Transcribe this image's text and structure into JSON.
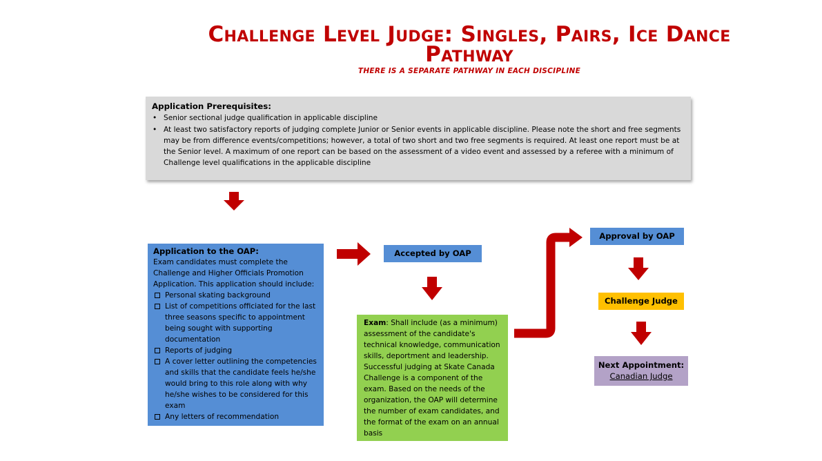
{
  "title": {
    "line1": "Challenge Level Judge: Singles, Pairs, Ice Dance",
    "line2": "Pathway",
    "subtitle": "THERE IS A SEPARATE PATHWAY IN EACH DISCIPLINE"
  },
  "prerequisites": {
    "heading": "Application Prerequisites:",
    "items": [
      "Senior sectional judge qualification in applicable discipline",
      "At least two satisfactory reports of judging complete Junior or Senior events in applicable discipline. Please note the short and free segments may be from difference events/competitions; however, a total of two short and two free segments is required. At least one report must be at the Senior level. A maximum of one report can be based on the assessment of a video event and assessed by a referee with a minimum of Challenge level qualifications in the applicable discipline"
    ]
  },
  "application": {
    "heading": "Application to the OAP:",
    "intro": "Exam candidates must complete the Challenge and Higher Officials Promotion Application. This application should include:",
    "items": [
      "Personal skating background",
      "List of competitions officiated for the last three seasons specific to appointment being sought with supporting documentation",
      "Reports of judging",
      "A cover letter outlining the competencies and skills that the candidate feels he/she would bring to this role along with why he/she wishes to be considered for this exam",
      "Any letters of recommendation"
    ]
  },
  "accepted": {
    "label": "Accepted by OAP"
  },
  "exam": {
    "label": "Exam",
    "text": ": Shall include (as a minimum) assessment of the candidate's technical knowledge, communication skills, deportment and leadership. Successful judging at Skate Canada Challenge is a component of the exam. Based on the needs of the organization, the OAP will determine the number of exam candidates, and the format of the exam on an annual basis"
  },
  "approval": {
    "label": "Approval by OAP"
  },
  "challenge_judge": {
    "label": "Challenge Judge"
  },
  "next_appointment": {
    "heading": "Next Appointment:",
    "link": "Canadian Judge"
  },
  "colors": {
    "title": "#c00000",
    "arrow": "#c00000",
    "blue_box": "#558ed5",
    "green_box": "#92d050",
    "yellow_box": "#ffc000",
    "purple_box": "#b3a2c7",
    "grey_box": "#d9d9d9"
  }
}
